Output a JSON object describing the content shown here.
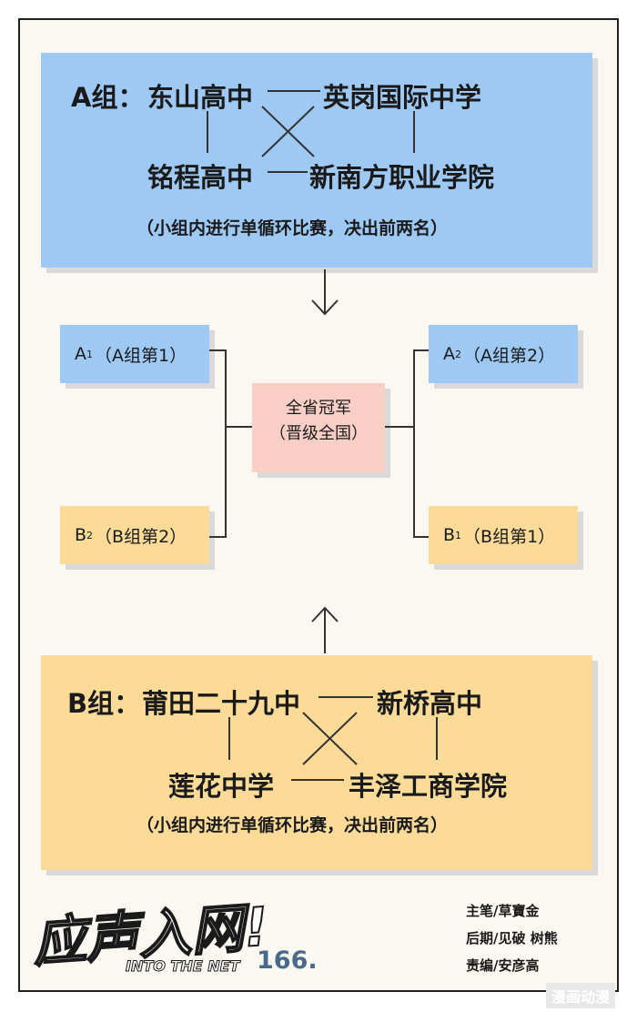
{
  "group_a": {
    "label": "A组：",
    "teams": [
      "东山高中",
      "英岗国际中学",
      "铭程高中",
      "新南方职业学院"
    ],
    "note": "（小组内进行单循环比赛，决出前两名）"
  },
  "group_b": {
    "label": "B组：",
    "teams": [
      "莆田二十九中",
      "新桥高中",
      "莲花中学",
      "丰泽工商学院"
    ],
    "note": "（小组内进行单循环比赛，决出前两名）"
  },
  "seeds": {
    "a1": {
      "letter": "A",
      "num": "1",
      "text": "（A组第1）"
    },
    "a2": {
      "letter": "A",
      "num": "2",
      "text": "（A组第2）"
    },
    "b2": {
      "letter": "B",
      "num": "2",
      "text": "（B组第2）"
    },
    "b1": {
      "letter": "B",
      "num": "1",
      "text": "（B组第1）"
    }
  },
  "champion": {
    "line1": "全省冠军",
    "line2": "（晋级全国）"
  },
  "credits": {
    "lead": "主笔/草寶金",
    "post": "后期/见破  树熊",
    "editor": "责编/安彦高"
  },
  "logo": {
    "title": "应声入网!",
    "subtitle": "INTO THE NET",
    "issue": "166."
  },
  "watermark": "漫画动漫",
  "colors": {
    "group_a": "#9ec9f4",
    "group_b": "#fbdb97",
    "champion": "#f9cfc6"
  }
}
